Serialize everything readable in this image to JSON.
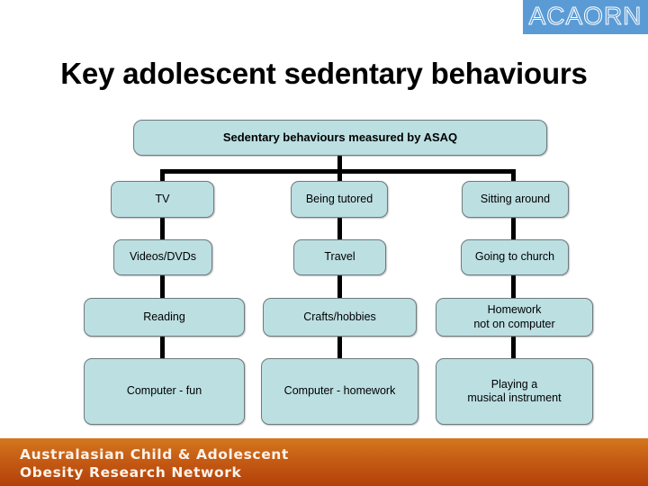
{
  "logo": {
    "text": "ACAORN",
    "background_color": "#5b9bd5",
    "text_color": "#ffffff"
  },
  "title": "Key adolescent sedentary behaviours",
  "diagram": {
    "type": "tree",
    "node_fill_color": "#bcdfe2",
    "node_border_color": "#6f7b7d",
    "connector_color": "#000000",
    "root": {
      "label": "Sedentary behaviours measured by ASAQ"
    },
    "columns": [
      {
        "name": "column-1",
        "nodes": [
          {
            "label": "TV"
          },
          {
            "label": "Videos/DVDs"
          },
          {
            "label": "Reading"
          },
          {
            "label": "Computer - fun"
          }
        ]
      },
      {
        "name": "column-2",
        "nodes": [
          {
            "label": "Being tutored"
          },
          {
            "label": "Travel"
          },
          {
            "label": "Crafts/hobbies"
          },
          {
            "label": "Computer - homework"
          }
        ]
      },
      {
        "name": "column-3",
        "nodes": [
          {
            "label": "Sitting around"
          },
          {
            "label": "Going to church"
          },
          {
            "label": "Homework\nnot on computer"
          },
          {
            "label": "Playing a\nmusical instrument"
          }
        ]
      }
    ]
  },
  "footer": {
    "line1": "Australasian Child & Adolescent",
    "line2": "Obesity Research Network",
    "text": "Australasian Child & Adolescent\nObesity Research Network",
    "background_color": "#c55c14"
  }
}
